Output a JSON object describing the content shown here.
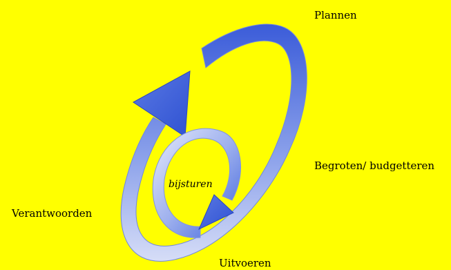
{
  "diagram": {
    "background_color": "#ffff00",
    "arrow_color_dark": "#3f5fd8",
    "arrow_color_light": "#c9d3f5",
    "labels": {
      "plannen": "Plannen",
      "begroten": "Begroten/ budgetteren",
      "verantwoorden": "Verantwoorden",
      "uitvoeren": "Uitvoeren",
      "bijsturen": "bijsturen"
    }
  }
}
